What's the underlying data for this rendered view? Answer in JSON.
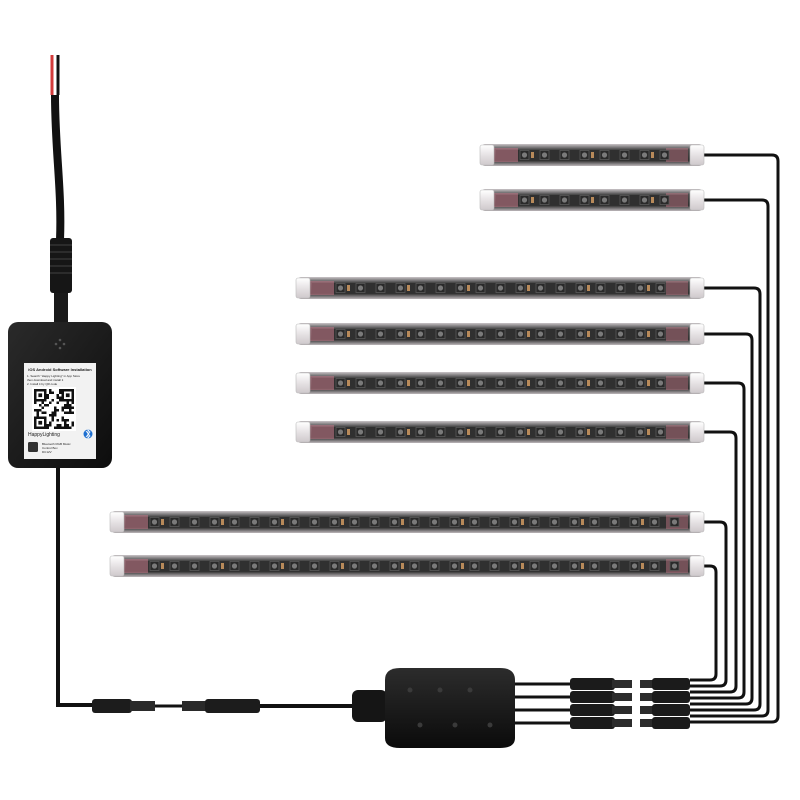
{
  "controller": {
    "label_heading": "iOS Android Software Installation",
    "label_line1": "1. Search \"Happy Lighting\" in App Store",
    "label_line2": "then download and install it",
    "label_line3": "2. Install it by QR code",
    "brand": "HappyLighting",
    "bluetooth_icon": "bluetooth-icon",
    "spec_line1": "Bluetooth RGB Music",
    "spec_line2": "Control Box",
    "spec_line3": "DC12V"
  },
  "colors": {
    "cable": "#111111",
    "strip_body": "#3a3a3a",
    "strip_tube": "#e8e4e6",
    "led": "#2e2e2e",
    "led_core": "#6a6a6a",
    "endcap": "#f4f0f2",
    "wire_red": "#d33b3b",
    "pink_tint": "#c77a8a"
  }
}
